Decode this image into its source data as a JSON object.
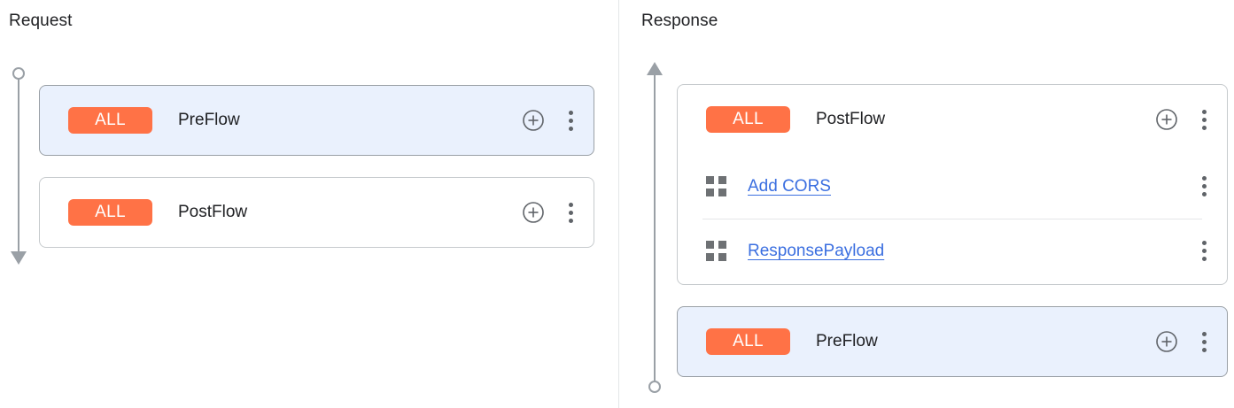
{
  "panels": [
    {
      "title": "Request",
      "connector": {
        "top_endpoint": "circle",
        "bottom_endpoint": "arrow-down"
      },
      "cards": [
        {
          "selected": true,
          "badge": "ALL",
          "name": "PreFlow",
          "add_icon": "add-circle-icon",
          "more_icon": "more-vert-icon",
          "policies": []
        },
        {
          "selected": false,
          "badge": "ALL",
          "name": "PostFlow",
          "add_icon": "add-circle-icon",
          "more_icon": "more-vert-icon",
          "policies": []
        }
      ]
    },
    {
      "title": "Response",
      "connector": {
        "top_endpoint": "arrow-up",
        "bottom_endpoint": "circle"
      },
      "cards": [
        {
          "selected": false,
          "badge": "ALL",
          "name": "PostFlow",
          "add_icon": "add-circle-icon",
          "more_icon": "more-vert-icon",
          "policies": [
            {
              "label": "Add CORS",
              "drag_icon": "drag-handle-icon",
              "more_icon": "more-vert-icon"
            },
            {
              "label": "ResponsePayload",
              "drag_icon": "drag-handle-icon",
              "more_icon": "more-vert-icon"
            }
          ]
        },
        {
          "selected": true,
          "badge": "ALL",
          "name": "PreFlow",
          "add_icon": "add-circle-icon",
          "more_icon": "more-vert-icon",
          "policies": []
        }
      ]
    }
  ],
  "colors": {
    "badge_background": "#ff7246",
    "badge_text": "#ffffff",
    "selected_card_background": "#eaf1fd",
    "link": "#3b6fe0",
    "connector": "#9aa0a6",
    "card_border": "#c6cacd",
    "divider": "#e4e6e8"
  }
}
